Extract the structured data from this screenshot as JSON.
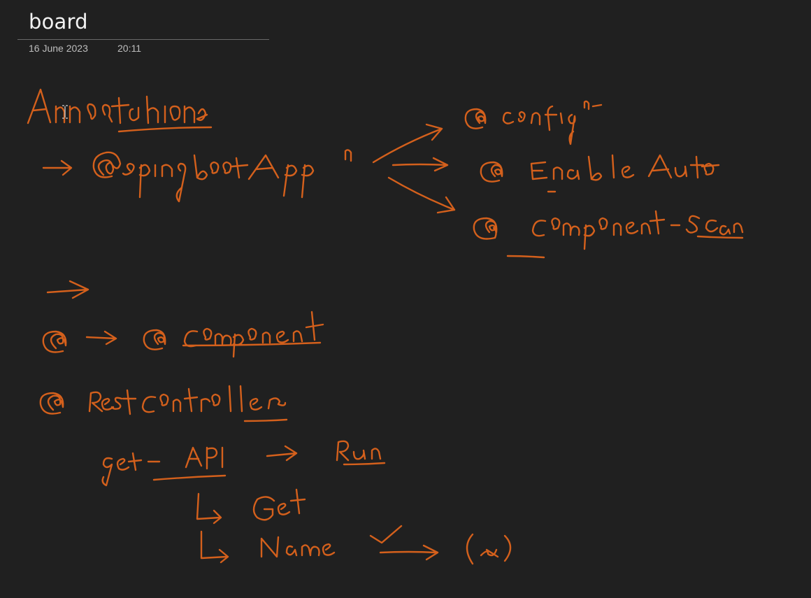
{
  "page": {
    "title": "board",
    "date": "16 June 2023",
    "time": "20:11"
  },
  "ink": {
    "color": "#d4601c",
    "strokes": [
      "Annotations",
      "@springbootApp",
      "@config",
      "@Enable Auto",
      "@Component-Scan",
      "@Component",
      "@RestController",
      "get - API",
      "Run",
      "Get",
      "Name",
      "(x)"
    ]
  }
}
